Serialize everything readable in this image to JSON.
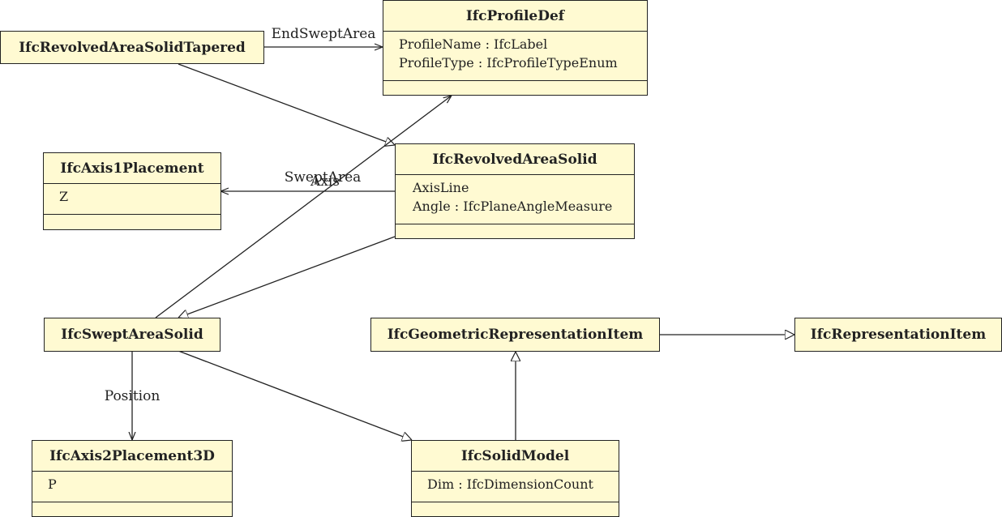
{
  "classes": {
    "revolved_tapered": {
      "name": "IfcRevolvedAreaSolidTapered"
    },
    "profile_def": {
      "name": "IfcProfileDef",
      "attributes": [
        "ProfileName : IfcLabel",
        "ProfileType : IfcProfileTypeEnum"
      ]
    },
    "revolved": {
      "name": "IfcRevolvedAreaSolid",
      "attributes": [
        "AxisLine",
        "Angle : IfcPlaneAngleMeasure"
      ]
    },
    "axis1": {
      "name": "IfcAxis1Placement",
      "attributes": [
        "Z"
      ]
    },
    "swept": {
      "name": "IfcSweptAreaSolid"
    },
    "geom_item": {
      "name": "IfcGeometricRepresentationItem"
    },
    "rep_item": {
      "name": "IfcRepresentationItem"
    },
    "axis2": {
      "name": "IfcAxis2Placement3D",
      "attributes": [
        "P"
      ]
    },
    "solid_model": {
      "name": "IfcSolidModel",
      "attributes": [
        "Dim : IfcDimensionCount"
      ]
    }
  },
  "associations": {
    "end_swept_area": "EndSweptArea",
    "swept_area": "SweptArea",
    "axis": "Axis",
    "position": "Position"
  }
}
